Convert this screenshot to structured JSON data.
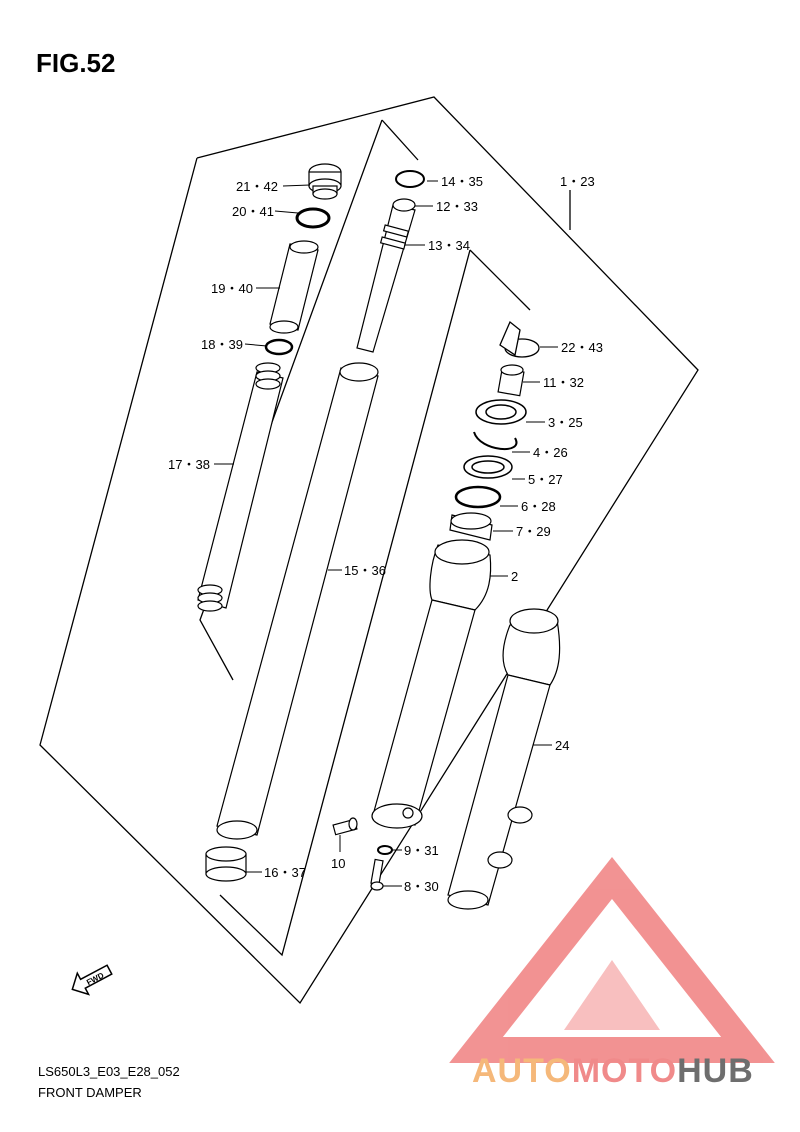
{
  "figure": {
    "title": "FIG.52"
  },
  "footer": {
    "code": "LS650L3_E03_E28_052",
    "name": "FRONT DAMPER"
  },
  "fwd_label": "FWD",
  "brand": {
    "part1": "AUTO",
    "part2": "MOTO",
    "part3": "HUB",
    "color1": "#f5b87a",
    "color2": "#f08a8a",
    "color3": "#6e6e6e",
    "logo_color": "#f08080"
  },
  "callouts": {
    "c1_23": "1・23",
    "c2": "2",
    "c3_25": "3・25",
    "c4_26": "4・26",
    "c5_27": "5・27",
    "c6_28": "6・28",
    "c7_29": "7・29",
    "c8_30": "8・30",
    "c9_31": "9・31",
    "c10": "10",
    "c11_32": "11・32",
    "c12_33": "12・33",
    "c13_34": "13・34",
    "c14_35": "14・35",
    "c15_36": "15・36",
    "c16_37": "16・37",
    "c17_38": "17・38",
    "c18_39": "18・39",
    "c19_40": "19・40",
    "c20_41": "20・41",
    "c21_42": "21・42",
    "c22_43": "22・43",
    "c24": "24"
  }
}
